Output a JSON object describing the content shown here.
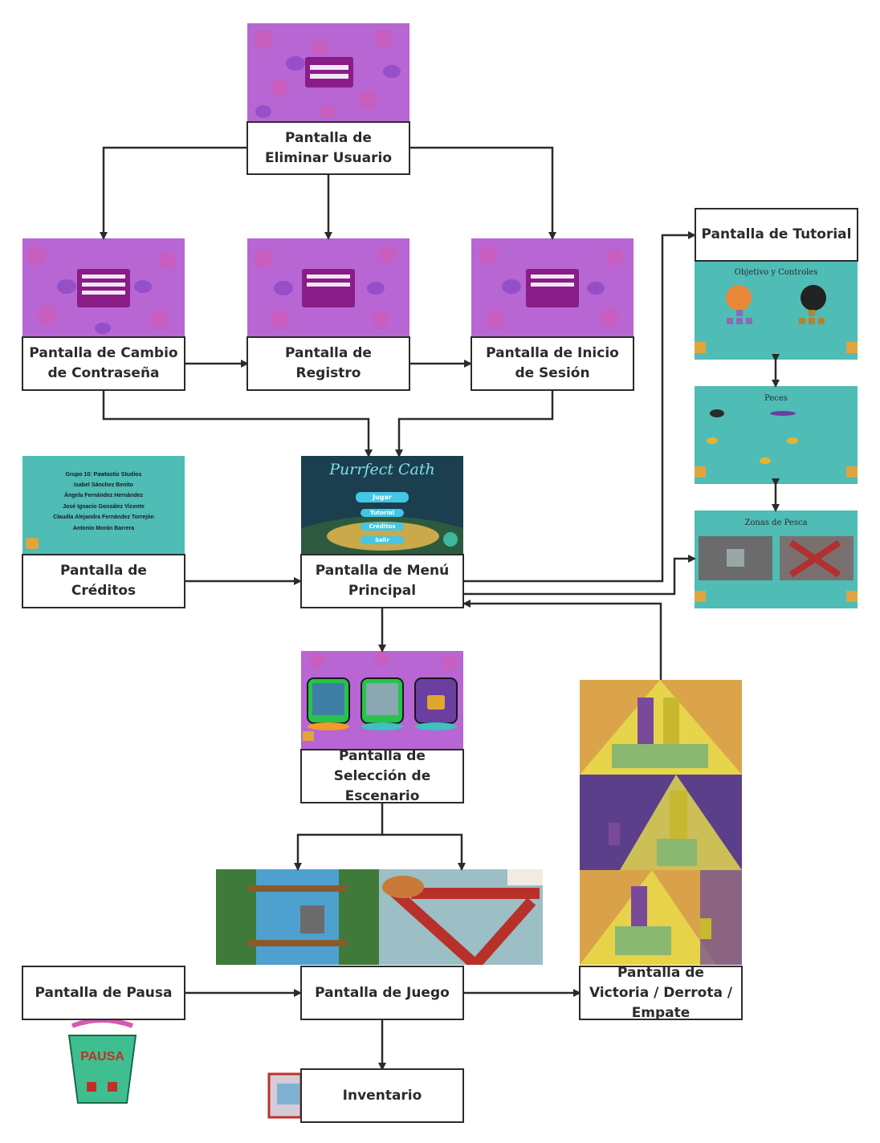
{
  "nodes": {
    "eliminar_usuario": "Pantalla de Eliminar Usuario",
    "cambio_contrasena": "Pantalla de Cambio de Contraseña",
    "registro": "Pantalla de Registro",
    "inicio_sesion": "Pantalla de Inicio de Sesión",
    "tutorial": "Pantalla de Tutorial",
    "creditos": "Pantalla de Créditos",
    "menu_principal": "Pantalla de Menú Principal",
    "seleccion_escenario": "Pantalla de Selección de Escenario",
    "pausa": "Pantalla de Pausa",
    "juego": "Pantalla de Juego",
    "victoria": "Pantalla de Victoria / Derrota / Empate",
    "inventario": "Inventario"
  },
  "thumbnails": {
    "menu": {
      "title": "Purrfect Cath",
      "buttons": [
        "Jugar",
        "Tutorial",
        "Créditos",
        "Salir"
      ]
    },
    "credits": {
      "lines": [
        "Grupo 10: Pawtastic Studios",
        "Isabel Sánchez Benito",
        "Ángela Fernández Hernández",
        "José Ignacio González Vicente",
        "Claudia Alejandra Fernández Torrejón",
        "Antonio Morán Barrera"
      ]
    },
    "tutorial": {
      "panel1_title": "Objetivo y Controles",
      "panel2_title": "Peces",
      "panel3_title": "Zonas de Pesca"
    },
    "pause": {
      "label": "PAUSA"
    }
  },
  "colors": {
    "line": "#2b2b2b",
    "purple_bg": "#b766d3",
    "teal_bg": "#4fbcb6",
    "menu_bg": "#1f4a5a",
    "pause_bucket": "#3fbf8f"
  }
}
